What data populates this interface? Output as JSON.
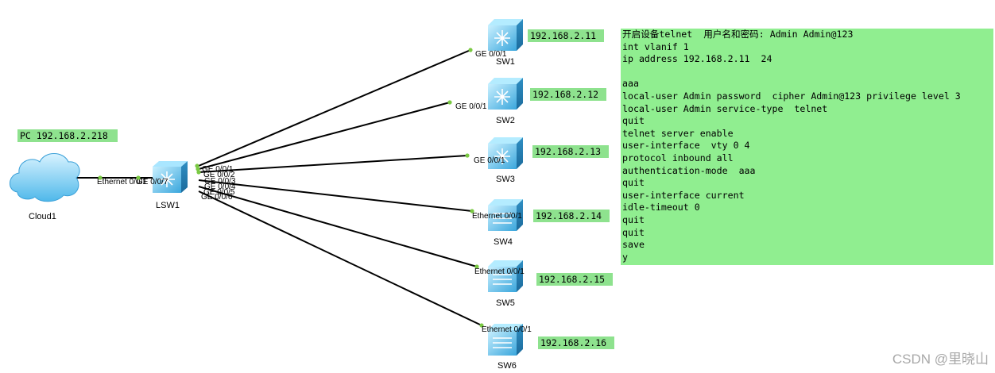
{
  "cloud": {
    "name": "Cloud1",
    "port": "Ethernet 0/0/1"
  },
  "pc_box": "PC 192.168.2.218",
  "core_switch": {
    "name": "LSW1",
    "uplink_port": "GE 0/0/7",
    "ports": [
      "GE 0/0/1",
      "GE 0/0/2",
      "GE 0/0/3",
      "GE 0/0/4",
      "GE 0/0/5",
      "GE 0/0/6"
    ]
  },
  "switches": [
    {
      "name": "SW1",
      "port": "GE 0/0/1",
      "ip": "192.168.2.11",
      "kind": "l3"
    },
    {
      "name": "SW2",
      "port": "GE 0/0/1",
      "ip": "192.168.2.12",
      "kind": "l3"
    },
    {
      "name": "SW3",
      "port": "GE 0/0/1",
      "ip": "192.168.2.13",
      "kind": "l3"
    },
    {
      "name": "SW4",
      "port": "Ethernet 0/0/1",
      "ip": "192.168.2.14",
      "kind": "l2"
    },
    {
      "name": "SW5",
      "port": "Ethernet 0/0/1",
      "ip": "192.168.2.15",
      "kind": "l2"
    },
    {
      "name": "SW6",
      "port": "Ethernet 0/0/1",
      "ip": "192.168.2.16",
      "kind": "l2"
    }
  ],
  "config_lines": [
    "开启设备telnet  用户名和密码: Admin Admin@123",
    "int vlanif 1",
    "ip address 192.168.2.11  24",
    "",
    "aaa",
    "local-user Admin password  cipher Admin@123 privilege level 3",
    "local-user Admin service-type  telnet",
    "quit",
    "telnet server enable",
    "user-interface  vty 0 4",
    "protocol inbound all",
    "authentication-mode  aaa",
    "quit",
    "user-interface current",
    "idle-timeout 0",
    "quit",
    "quit",
    "save",
    "y"
  ],
  "watermark": "CSDN @里晓山",
  "colors": {
    "label_bg": "#8ee28e",
    "link": "#000000",
    "port_dot": "#7ac943",
    "device_blue": "#3fb4e8"
  }
}
